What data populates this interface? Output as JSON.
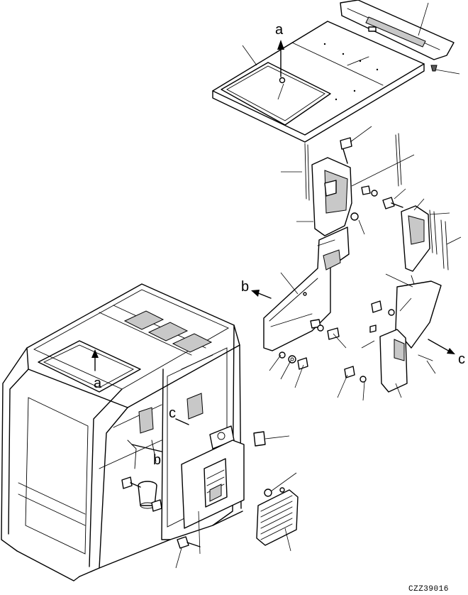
{
  "labels": {
    "a_top": "a",
    "a_cab": "a",
    "b_panel": "b",
    "b_cab": "b",
    "c_cab": "c",
    "c_right": "c"
  },
  "figure_code": "CZZ39016"
}
